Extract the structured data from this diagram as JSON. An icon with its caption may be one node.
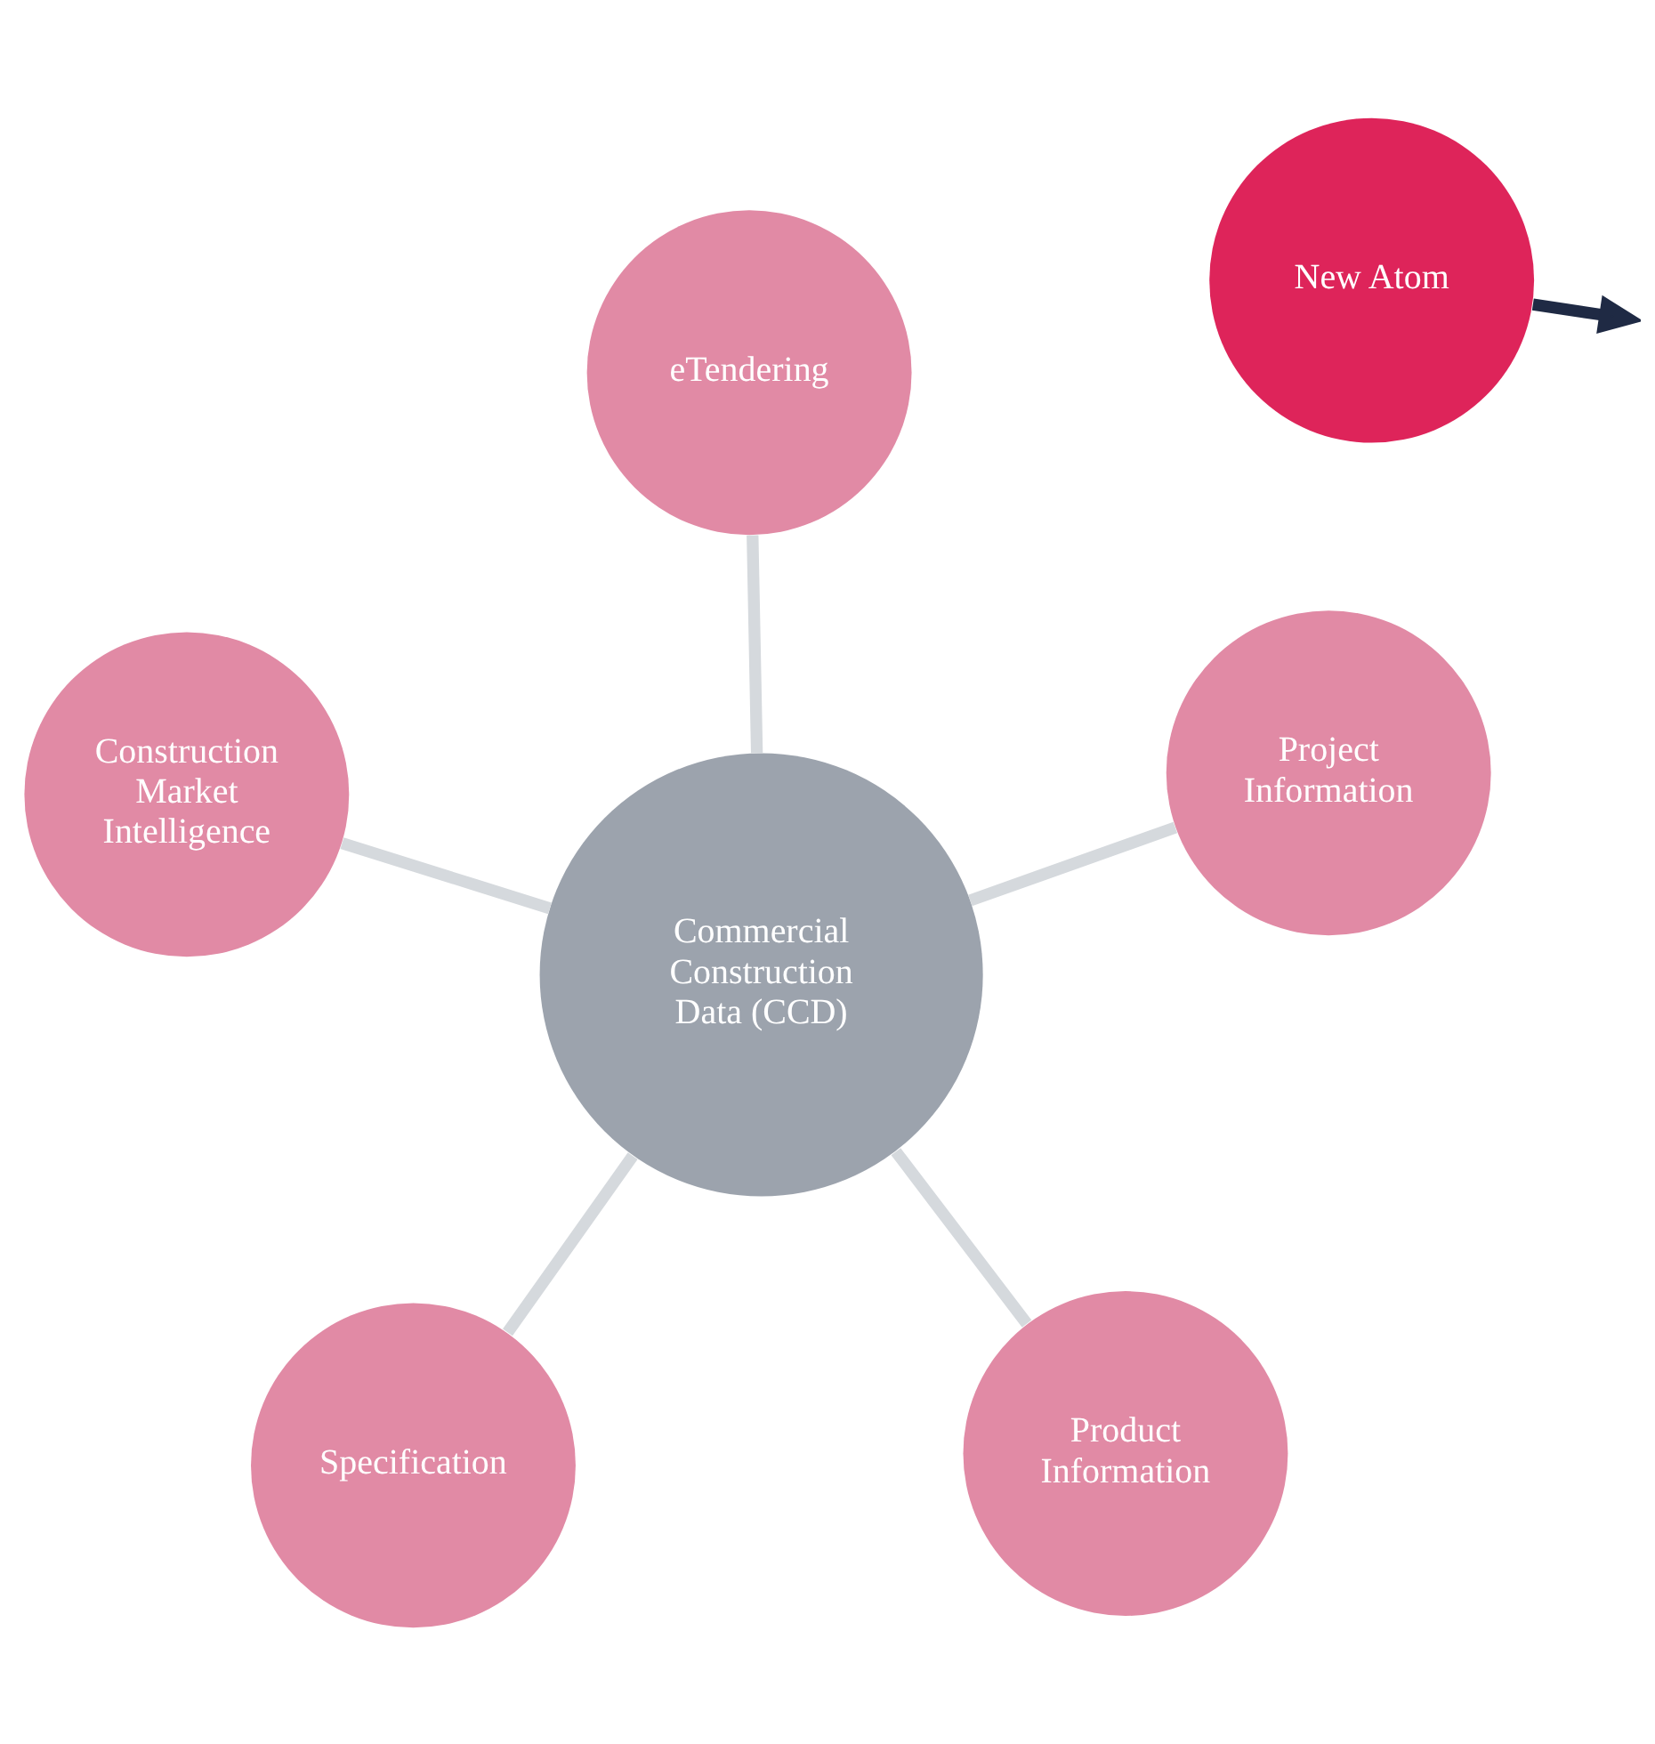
{
  "diagram": {
    "nodes": [
      {
        "text": [
          "Specification"
        ]
      },
      {
        "text": [
          "Product Information"
        ]
      },
      {
        "text": [
          "Commercial Construction Data (CCD)"
        ]
      },
      {
        "text": [
          "eTendering"
        ]
      },
      {
        "text": [
          "Project Information"
        ]
      },
      {
        "text": [
          "Construction Market Intelligence"
        ]
      },
      {
        "text": [
          "New Atom"
        ]
      }
    ],
    "edges": [
      {
        "from": 2,
        "to": 0,
        "arrow": "none"
      },
      {
        "from": 2,
        "to": 1,
        "arrow": "none"
      },
      {
        "from": 2,
        "to": 3,
        "arrow": "none"
      },
      {
        "from": 2,
        "to": 4,
        "arrow": "none"
      },
      {
        "from": 2,
        "to": 5,
        "arrow": "none"
      },
      {
        "from": 6,
        "to": null,
        "arrow": "to",
        "color": "#1f2a44"
      }
    ]
  }
}
